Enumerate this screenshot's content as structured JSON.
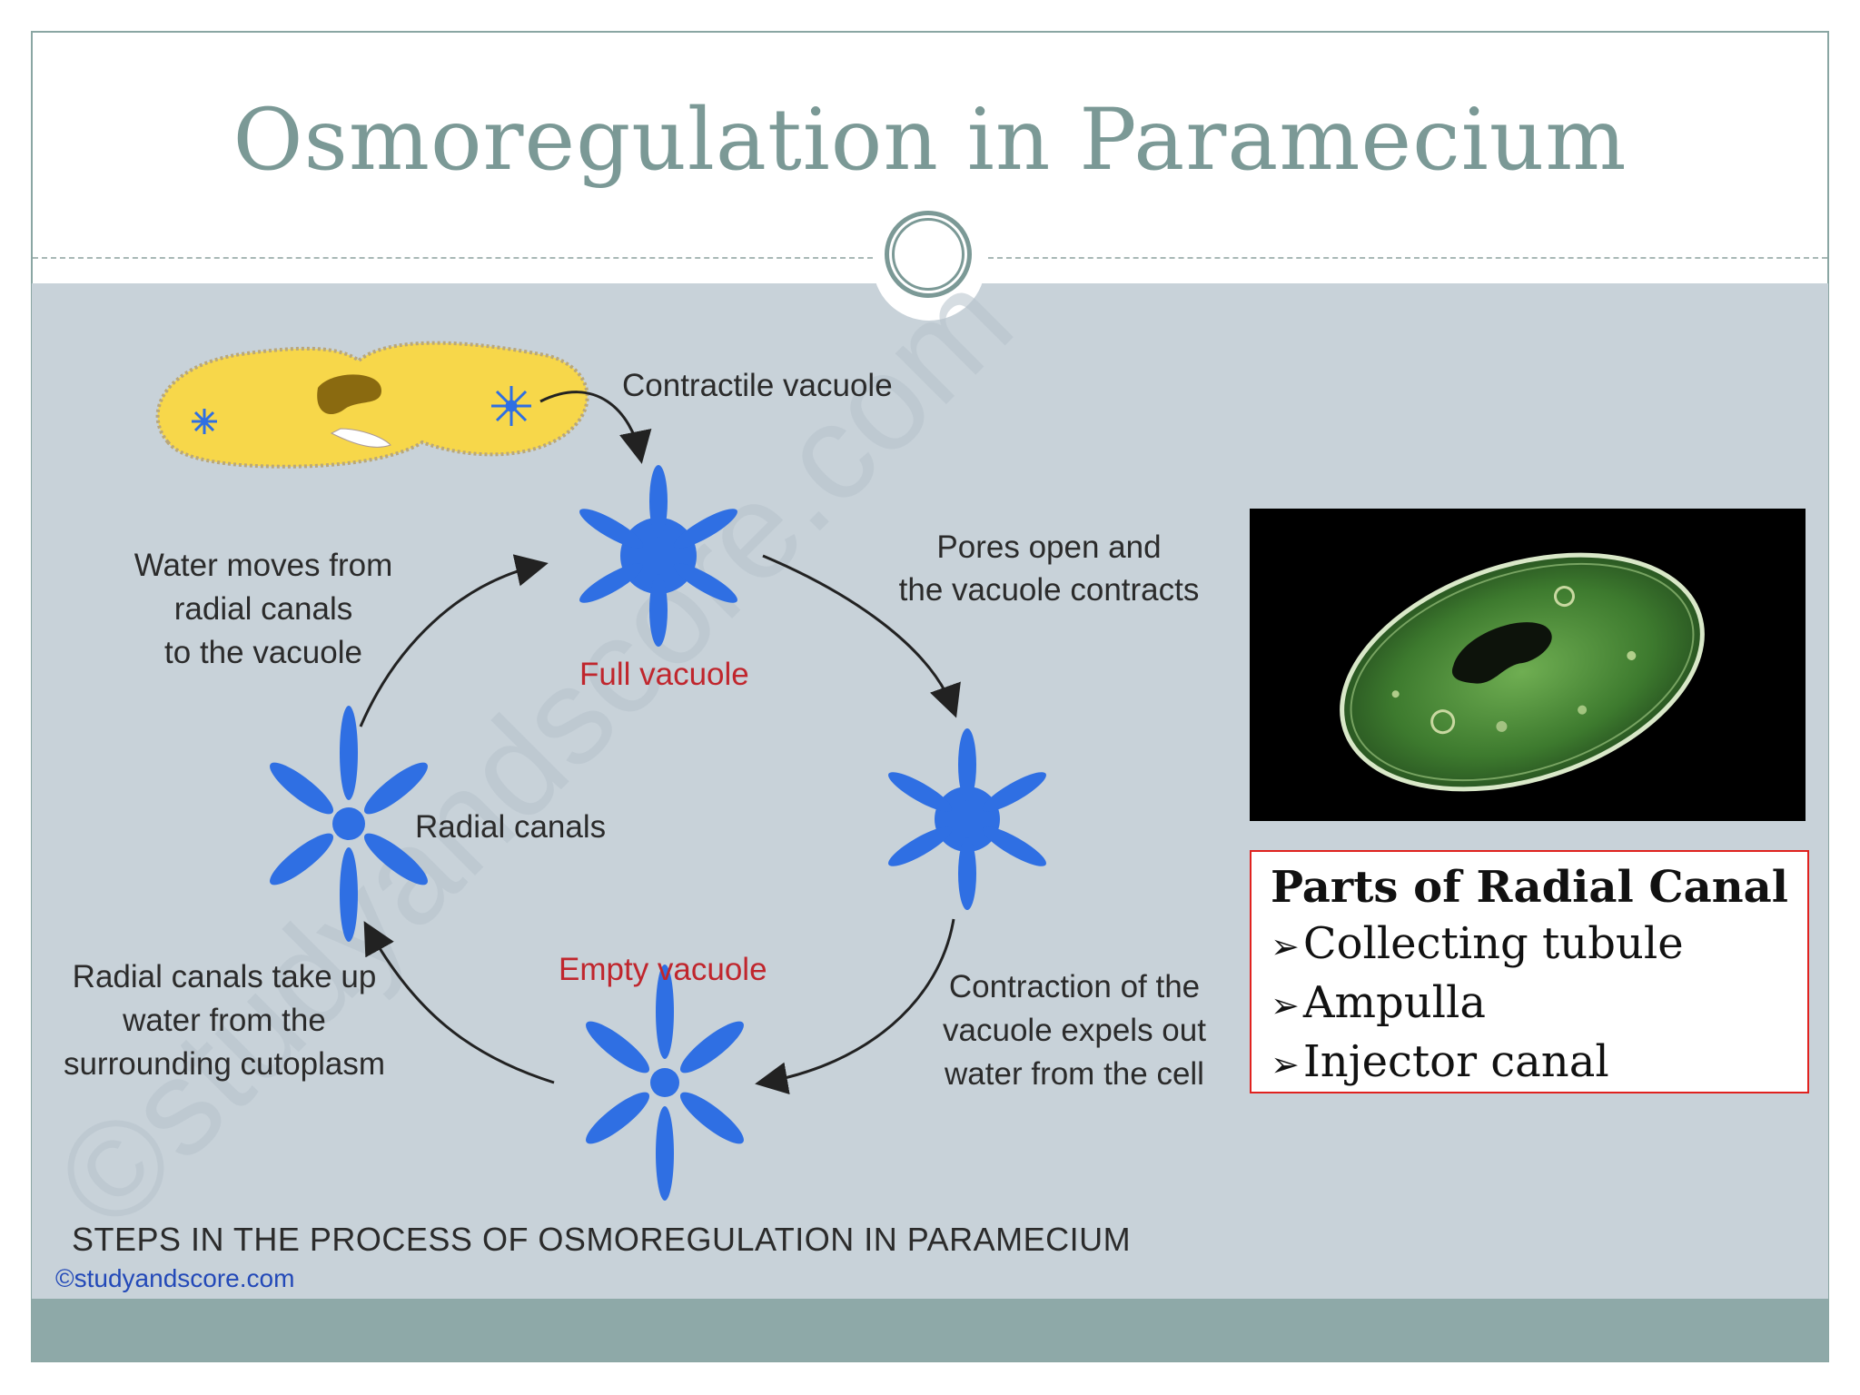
{
  "slide": {
    "title": "Osmoregulation in Paramecium"
  },
  "diagram": {
    "labels": {
      "contractile_vacuole": "Contractile vacuole",
      "full_vacuole": "Full vacuole",
      "empty_vacuole": "Empty vacuole",
      "radial_canals": "Radial canals",
      "pores_open": [
        "Pores open and",
        "the vacuole contracts"
      ],
      "water_moves": [
        "Water moves from",
        "radial canals",
        "to the vacuole"
      ],
      "radial_take_up": [
        "Radial canals take up",
        "water from the",
        "surrounding cutoplasm"
      ],
      "contraction": [
        "Contraction of the",
        "vacuole expels out",
        "water from the cell"
      ]
    },
    "caption": "STEPS  IN THE PROCESS OF OSMOREGULATION IN PARAMECIUM",
    "credit": "©studyandscore.com",
    "watermark": "©studyandscore.com",
    "colors": {
      "vacuole_blue": "#2f6fe3",
      "label_red": "#c0262d",
      "cell_yellow": "#f7d74a"
    }
  },
  "parts_box": {
    "title": "Parts of Radial Canal",
    "items": [
      "Collecting tubule",
      "Ampulla",
      "Injector canal"
    ],
    "bullet_icon": "arrow-bullet-icon"
  }
}
